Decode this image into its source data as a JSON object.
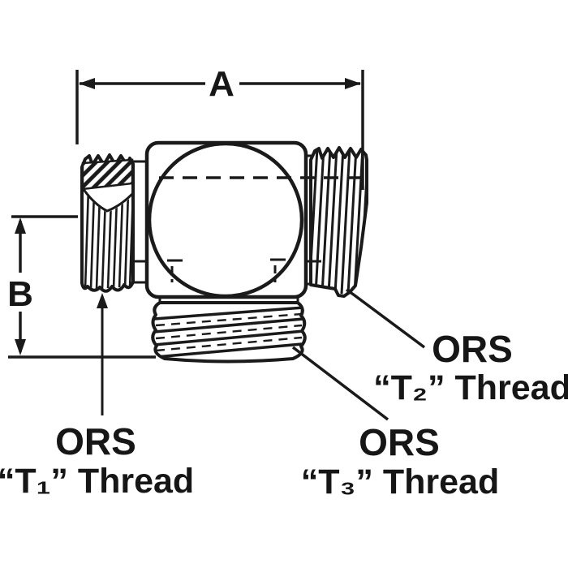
{
  "figure": {
    "type": "technical-drawing",
    "subject": "ORS union tee adapter fitting, side view with dimension callouts",
    "ink_color": "#1a1a1a",
    "paper_color": "#ffffff"
  },
  "dimensions": {
    "width_label": "A",
    "height_label": "B"
  },
  "thread_labels": {
    "t1": {
      "line1": "ORS",
      "line2": "“T₁” Thread"
    },
    "t2": {
      "line1": "ORS",
      "line2": "“T₂” Thread"
    },
    "t3": {
      "line1": "ORS",
      "line2": "“T₃” Thread"
    }
  }
}
